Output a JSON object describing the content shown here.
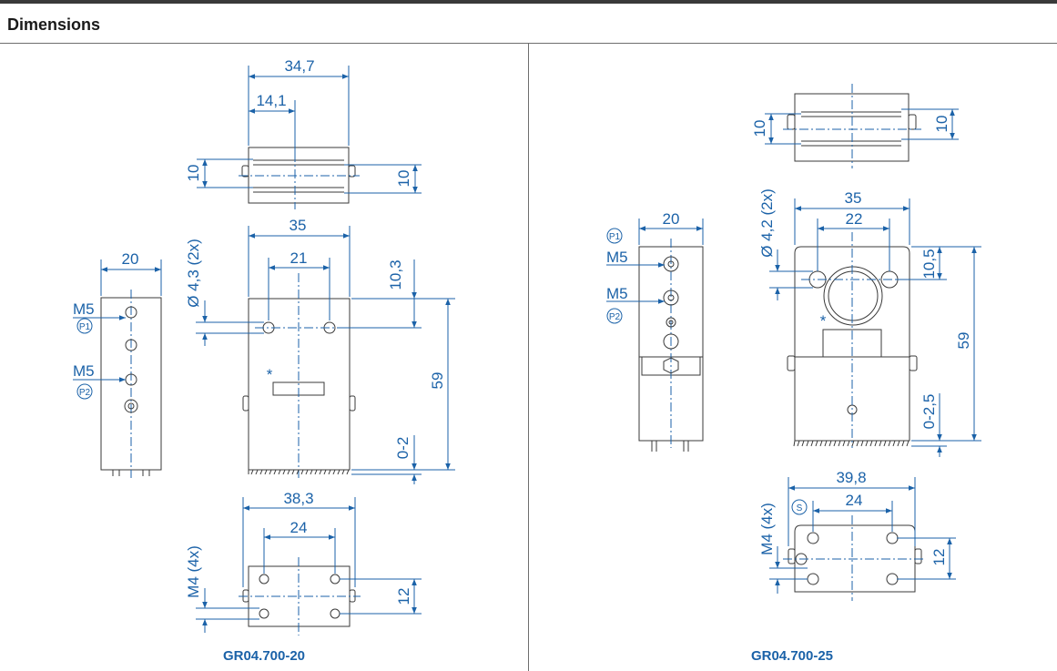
{
  "header": {
    "title": "Dimensions"
  },
  "left": {
    "caption": "GR04.700-20",
    "dims": {
      "top_width": "34,7",
      "top_offset": "14,1",
      "top_h_left": "10",
      "top_h_right": "10",
      "front_width": "35",
      "front_holes": "21",
      "front_hole_dia": "Ø 4,3 (2x)",
      "front_top_offset": "10,3",
      "front_height": "59",
      "front_stroke": "0-2",
      "side_width": "20",
      "port1_thread": "M5",
      "port1_label": "P1",
      "port2_thread": "M5",
      "port2_label": "P2",
      "bottom_width": "38,3",
      "bottom_holes": "24",
      "bottom_thread": "M4 (4x)",
      "bottom_height": "12"
    }
  },
  "right": {
    "caption": "GR04.700-25",
    "dims": {
      "top_h_left": "10",
      "top_h_right": "10",
      "front_width": "35",
      "front_holes": "22",
      "front_hole_dia": "Ø 4,2 (2x)",
      "front_top_offset": "10,5",
      "front_height": "59",
      "front_stroke": "0-2,5",
      "side_width": "20",
      "port1_label": "P1",
      "port1_thread": "M5",
      "port2_thread": "M5",
      "port2_label": "P2",
      "bottom_width": "39,8",
      "bottom_holes": "24",
      "bottom_marker": "S",
      "bottom_thread": "M4 (4x)",
      "bottom_height": "12"
    }
  },
  "colors": {
    "dimension": "#1b62a8",
    "outline": "#3a3a3a",
    "divider": "#6e6e6e"
  }
}
